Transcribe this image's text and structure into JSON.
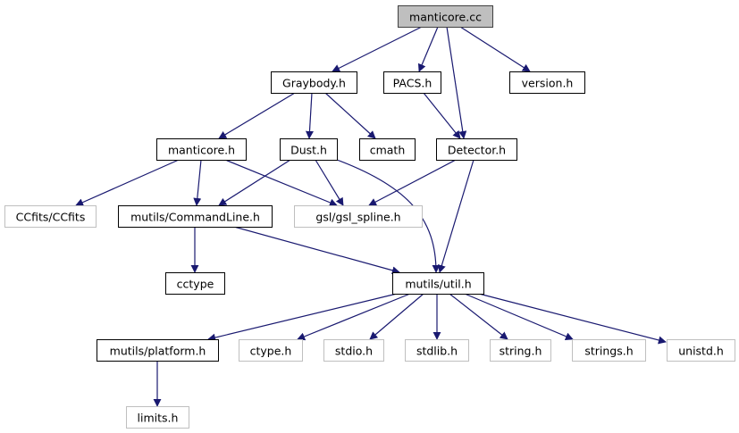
{
  "title": "manticore.cc include dependency graph",
  "colors": {
    "edge": "#191970",
    "root_fill": "#bfbfbf",
    "root_border": "#404040",
    "local_border": "#000000",
    "external_border": "#bfbfbf",
    "external_text": "#000000"
  },
  "nodes": [
    {
      "id": "manticore_cc",
      "label": "manticore.cc",
      "kind": "root"
    },
    {
      "id": "graybody_h",
      "label": "Graybody.h",
      "kind": "local"
    },
    {
      "id": "pacs_h",
      "label": "PACS.h",
      "kind": "local"
    },
    {
      "id": "version_h",
      "label": "version.h",
      "kind": "local"
    },
    {
      "id": "manticore_h",
      "label": "manticore.h",
      "kind": "local"
    },
    {
      "id": "dust_h",
      "label": "Dust.h",
      "kind": "local"
    },
    {
      "id": "cmath",
      "label": "cmath",
      "kind": "local"
    },
    {
      "id": "detector_h",
      "label": "Detector.h",
      "kind": "local"
    },
    {
      "id": "ccfits",
      "label": "CCfits/CCfits",
      "kind": "external"
    },
    {
      "id": "commandline_h",
      "label": "mutils/CommandLine.h",
      "kind": "local"
    },
    {
      "id": "gsl_spline_h",
      "label": "gsl/gsl_spline.h",
      "kind": "external"
    },
    {
      "id": "cctype",
      "label": "cctype",
      "kind": "local"
    },
    {
      "id": "util_h",
      "label": "mutils/util.h",
      "kind": "local"
    },
    {
      "id": "platform_h",
      "label": "mutils/platform.h",
      "kind": "local"
    },
    {
      "id": "ctype_h",
      "label": "ctype.h",
      "kind": "external"
    },
    {
      "id": "stdio_h",
      "label": "stdio.h",
      "kind": "external"
    },
    {
      "id": "stdlib_h",
      "label": "stdlib.h",
      "kind": "external"
    },
    {
      "id": "string_h",
      "label": "string.h",
      "kind": "external"
    },
    {
      "id": "strings_h",
      "label": "strings.h",
      "kind": "external"
    },
    {
      "id": "unistd_h",
      "label": "unistd.h",
      "kind": "external"
    },
    {
      "id": "limits_h",
      "label": "limits.h",
      "kind": "external"
    }
  ],
  "edges": [
    {
      "from": "manticore_cc",
      "to": "graybody_h"
    },
    {
      "from": "manticore_cc",
      "to": "pacs_h"
    },
    {
      "from": "manticore_cc",
      "to": "detector_h"
    },
    {
      "from": "manticore_cc",
      "to": "version_h"
    },
    {
      "from": "graybody_h",
      "to": "manticore_h"
    },
    {
      "from": "graybody_h",
      "to": "dust_h"
    },
    {
      "from": "graybody_h",
      "to": "cmath"
    },
    {
      "from": "pacs_h",
      "to": "detector_h"
    },
    {
      "from": "manticore_h",
      "to": "ccfits"
    },
    {
      "from": "manticore_h",
      "to": "commandline_h"
    },
    {
      "from": "manticore_h",
      "to": "gsl_spline_h"
    },
    {
      "from": "dust_h",
      "to": "commandline_h"
    },
    {
      "from": "dust_h",
      "to": "gsl_spline_h"
    },
    {
      "from": "dust_h",
      "to": "util_h"
    },
    {
      "from": "detector_h",
      "to": "gsl_spline_h"
    },
    {
      "from": "detector_h",
      "to": "util_h"
    },
    {
      "from": "commandline_h",
      "to": "cctype"
    },
    {
      "from": "commandline_h",
      "to": "util_h"
    },
    {
      "from": "util_h",
      "to": "platform_h"
    },
    {
      "from": "util_h",
      "to": "ctype_h"
    },
    {
      "from": "util_h",
      "to": "stdio_h"
    },
    {
      "from": "util_h",
      "to": "stdlib_h"
    },
    {
      "from": "util_h",
      "to": "string_h"
    },
    {
      "from": "util_h",
      "to": "strings_h"
    },
    {
      "from": "util_h",
      "to": "unistd_h"
    },
    {
      "from": "platform_h",
      "to": "limits_h"
    }
  ]
}
